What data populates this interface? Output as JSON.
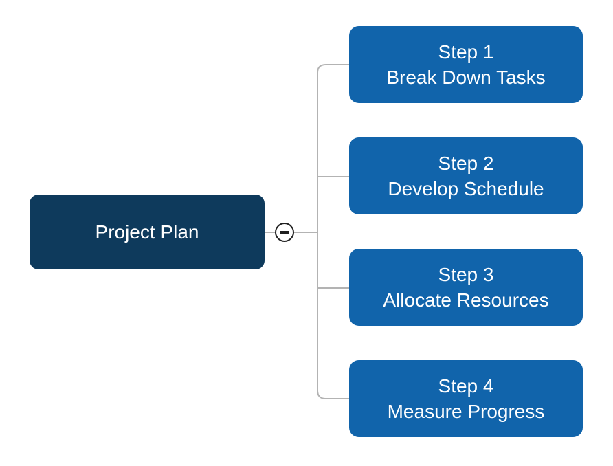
{
  "diagram": {
    "root": {
      "label": "Project Plan"
    },
    "collapse_button": {
      "icon": "minus-icon",
      "symbol": "−"
    },
    "steps": [
      {
        "title": "Step 1",
        "subtitle": "Break Down Tasks"
      },
      {
        "title": "Step 2",
        "subtitle": "Develop Schedule"
      },
      {
        "title": "Step 3",
        "subtitle": "Allocate Resources"
      },
      {
        "title": "Step 4",
        "subtitle": "Measure Progress"
      }
    ]
  },
  "colors": {
    "background": "#ffffff",
    "root_fill": "#0e3a5c",
    "step_fill": "#1164ab",
    "text": "#ffffff",
    "connector": "#b3b3b3",
    "collapse_stroke": "#1f1f1f"
  }
}
